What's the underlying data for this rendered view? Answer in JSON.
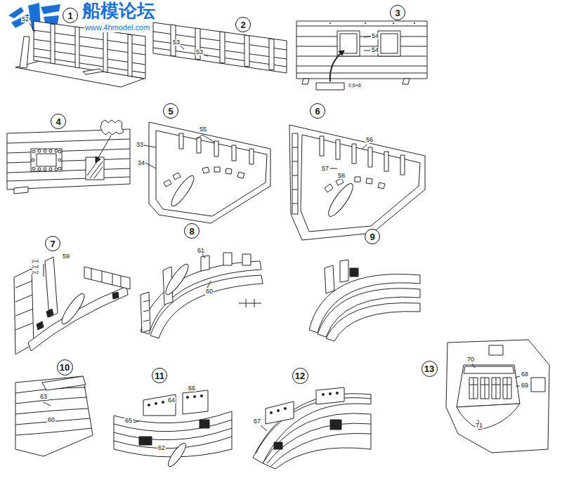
{
  "diagram": {
    "nodes": [
      {
        "text": [
          "1"
        ]
      },
      {
        "text": [
          "2"
        ]
      },
      {
        "text": [
          "3"
        ]
      },
      {
        "text": [
          "4"
        ]
      },
      {
        "text": [
          "5"
        ]
      },
      {
        "text": [
          "6"
        ]
      },
      {
        "text": [
          "7"
        ]
      },
      {
        "text": [
          "8"
        ]
      },
      {
        "text": [
          "9"
        ]
      },
      {
        "text": [
          "10"
        ]
      },
      {
        "text": [
          "11"
        ]
      },
      {
        "text": [
          "12"
        ]
      },
      {
        "text": [
          "13"
        ]
      }
    ],
    "labels": [
      "船模论坛",
      "www.4hmodel.com",
      "52",
      "53",
      "53",
      "54",
      "54",
      "0,6×8",
      "55",
      "33",
      "34",
      "56",
      "57",
      "58",
      "2×4",
      "2×4",
      "2×2",
      "59",
      "61",
      "60",
      "63",
      "60",
      "66",
      "64",
      "65",
      "62",
      "67",
      "70",
      "68",
      "69",
      "71"
    ]
  }
}
